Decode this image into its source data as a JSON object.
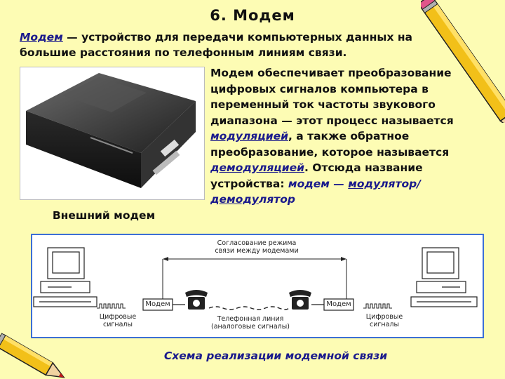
{
  "slide": {
    "title": "6. Модем",
    "intro": {
      "term": "Модем",
      "text": " — устройство для передачи компьютерных данных на большие расстояния по телефонным линиям связи."
    },
    "description": {
      "part1": "Модем обеспечивает преобразование цифровых сигналов компьютера в переменный ток частоты звукового диапазона — этот процесс называется ",
      "term_modulation": "модуляцией",
      "part2": ", а также обратное преобразование, которое называется ",
      "term_demodulation": "демодуляцией",
      "part3": ". Отсюда название устройства: ",
      "device_name_label": "модем — ",
      "mod_prefix": "моду",
      "mod_suffix": "лятор/",
      "demod_prefix": "демоду",
      "demod_suffix": "лятор"
    },
    "photo_caption": "Внешний модем",
    "diagram": {
      "negotiation_line1": "Согласование режима",
      "negotiation_line2": "связи между модемами",
      "modem_left": "Модем",
      "modem_right": "Модем",
      "digital_left_1": "Цифровые",
      "digital_left_2": "сигналы",
      "digital_right_1": "Цифровые",
      "digital_right_2": "сигналы",
      "phone_line_1": "Телефонная линия",
      "phone_line_2": "(аналоговые сигналы)"
    },
    "diagram_caption": "Схема реализации модемной связи"
  }
}
